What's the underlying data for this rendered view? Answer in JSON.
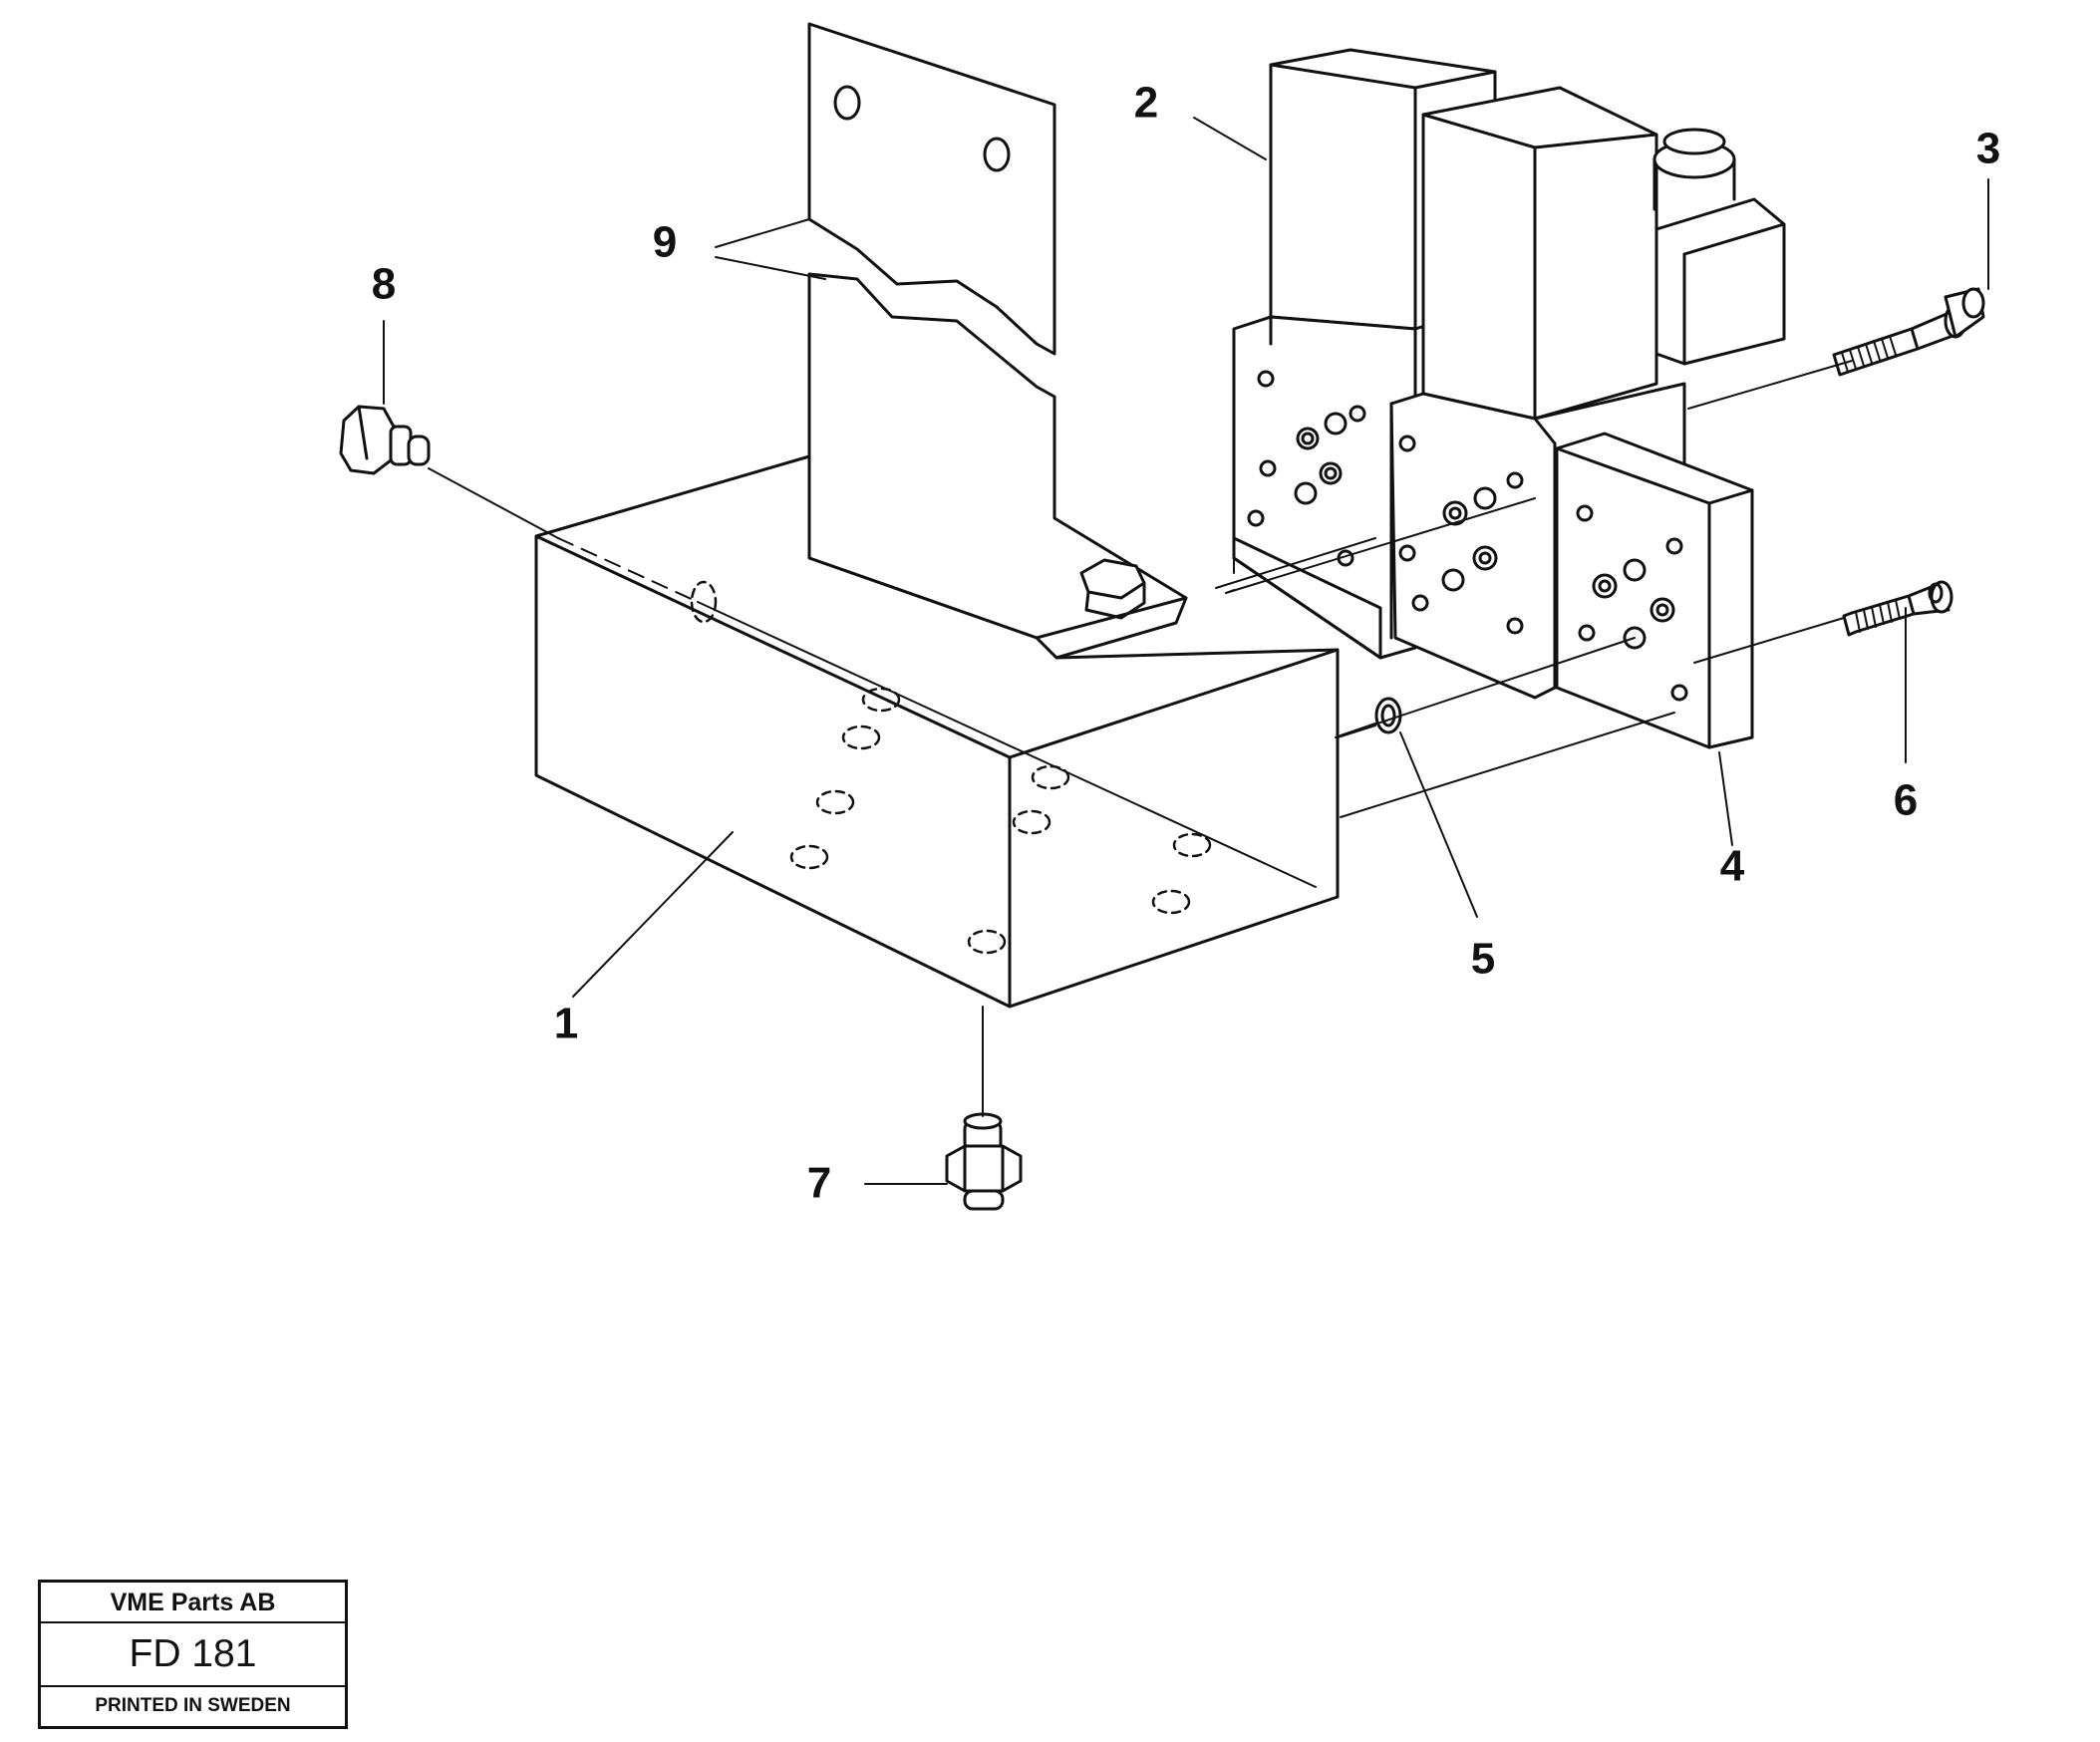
{
  "diagram": {
    "callouts": [
      {
        "id": "1",
        "label": "1"
      },
      {
        "id": "2",
        "label": "2"
      },
      {
        "id": "3",
        "label": "3"
      },
      {
        "id": "4",
        "label": "4"
      },
      {
        "id": "5",
        "label": "5"
      },
      {
        "id": "6",
        "label": "6"
      },
      {
        "id": "7",
        "label": "7"
      },
      {
        "id": "8",
        "label": "8"
      },
      {
        "id": "9",
        "label": "9"
      }
    ]
  },
  "stamp": {
    "company": "VME Parts AB",
    "code": "FD 181",
    "printed": "PRINTED IN SWEDEN"
  },
  "colors": {
    "line": "#111111",
    "background": "#ffffff",
    "face": "#fafafa"
  }
}
